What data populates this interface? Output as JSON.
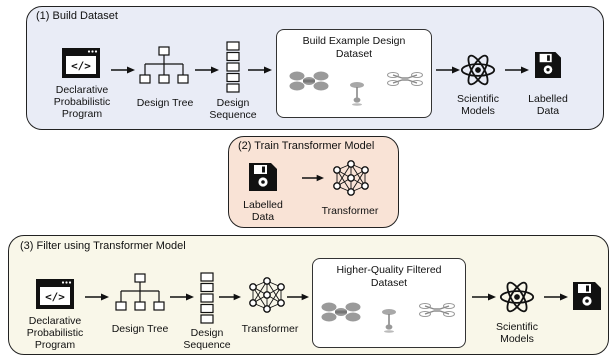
{
  "panel1": {
    "title": "(1) Build Dataset",
    "program_label": [
      "Declarative",
      "Probabilistic",
      "Program"
    ],
    "tree_label": "Design Tree",
    "sequence_label": [
      "Design",
      "Sequence"
    ],
    "dataset_title": [
      "Build Example Design",
      "Dataset"
    ],
    "models_label": [
      "Scientific",
      "Models"
    ],
    "data_label": [
      "Labelled",
      "Data"
    ]
  },
  "panel2": {
    "title": "(2) Train Transformer Model",
    "data_label": [
      "Labelled",
      "Data"
    ],
    "transformer_label": "Transformer"
  },
  "panel3": {
    "title": "(3) Filter using Transformer Model",
    "program_label": [
      "Declarative",
      "Probabilistic",
      "Program"
    ],
    "tree_label": "Design Tree",
    "sequence_label": [
      "Design",
      "Sequence"
    ],
    "transformer_label": "Transformer",
    "dataset_title": [
      "Higher-Quality Filtered",
      "Dataset"
    ],
    "models_label": [
      "Scientific",
      "Models"
    ]
  },
  "colors": {
    "panel1_bg": "#e9ecf6",
    "panel2_bg": "#f9e3d6",
    "panel3_bg": "#f9f7e9",
    "icon_dark": "#111111"
  },
  "icons": [
    "code-window-icon",
    "tree-icon",
    "sequence-icon",
    "drone-image-icon",
    "atom-icon",
    "floppy-disk-icon",
    "neural-network-icon",
    "arrow-icon"
  ]
}
